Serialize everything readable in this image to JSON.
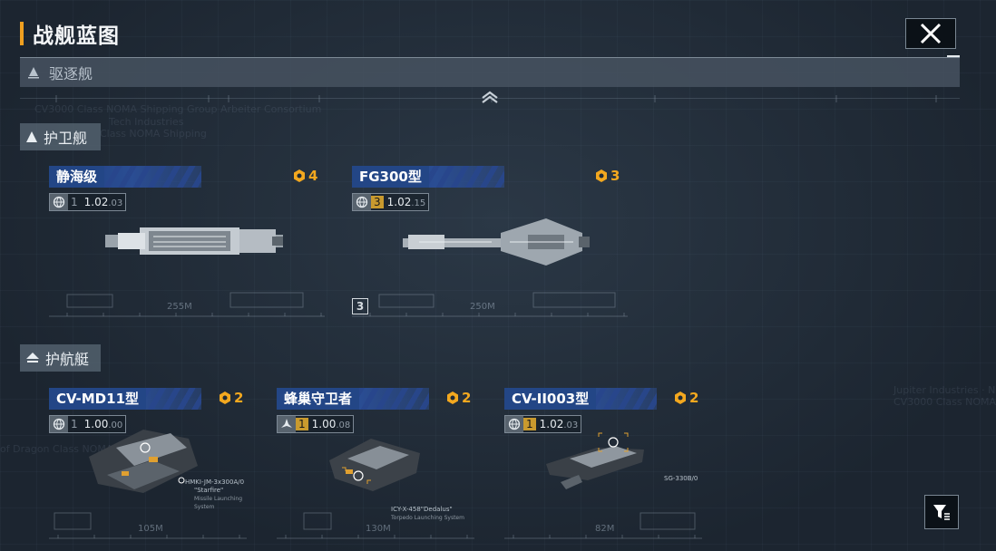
{
  "header": {
    "title": "战舰蓝图"
  },
  "categories": {
    "destroyer": {
      "label": "驱逐舰"
    },
    "frigate": {
      "label": "护卫舰"
    },
    "corvette": {
      "label": "护航艇"
    }
  },
  "background_text": {
    "line1": "CV3000 Class NOMA Shipping Group Arbeiter Consortium",
    "line2": "Tech Industries",
    "line3": "Class NOMA Shipping",
    "line4": "Jupiter Industries · N",
    "line5": "CV3000 Class NOMA",
    "line6": "of Dragon Class NOMA"
  },
  "frigates": [
    {
      "name": "静海级",
      "cost": "4",
      "level": "1",
      "version": "1.02",
      "version_sub": ".03",
      "length": "255M",
      "level_highlight": false,
      "icon": "globe-icon"
    },
    {
      "name": "FG300型",
      "cost": "3",
      "level": "3",
      "version": "1.02",
      "version_sub": ".15",
      "length": "250M",
      "level_highlight": true,
      "icon": "globe-icon",
      "badge": "3"
    }
  ],
  "corvettes": [
    {
      "name": "CV-MD11型",
      "cost": "2",
      "level": "1",
      "version": "1.00",
      "version_sub": ".00",
      "length": "105M",
      "level_highlight": false,
      "icon": "globe-icon",
      "callout": "HMKI-JM-3x300A/0",
      "callout_sub": "\"Starfire\"",
      "callout_sub2": "Missile Launching System"
    },
    {
      "name": "蜂巢守卫者",
      "cost": "2",
      "level": "1",
      "version": "1.00",
      "version_sub": ".08",
      "length": "130M",
      "level_highlight": true,
      "icon": "fighter-icon",
      "callout": "ICY-X-458\"Dedalus\"",
      "callout_sub": "Torpedo Launching System"
    },
    {
      "name": "CV-II003型",
      "cost": "2",
      "level": "1",
      "version": "1.02",
      "version_sub": ".03",
      "length": "82M",
      "level_highlight": true,
      "icon": "globe-icon",
      "callout": "SG-330B/0"
    }
  ],
  "colors": {
    "accent": "#f0a020",
    "name_bar": "#234686",
    "cost": "#f3a81f",
    "background": "#1f2a35"
  }
}
